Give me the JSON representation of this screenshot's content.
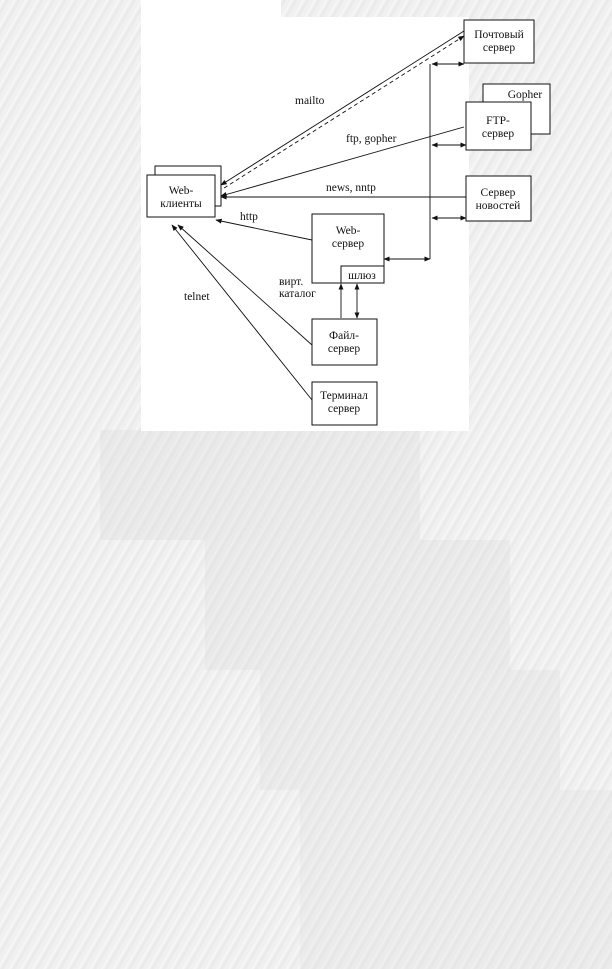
{
  "nodes": {
    "web_clients": [
      "Web-",
      "клиенты"
    ],
    "mail_server": [
      "Почтовый",
      "сервер"
    ],
    "gopher": [
      "Gopher"
    ],
    "ftp_server": [
      "FTP-",
      "сервер"
    ],
    "news_server": [
      "Сервер",
      "новостей"
    ],
    "web_server": [
      "Web-",
      "сервер"
    ],
    "gateway": [
      "шлюз"
    ],
    "file_server": [
      "Файл-",
      "сервер"
    ],
    "terminal_server": [
      "Терминал",
      "сервер"
    ]
  },
  "edge_labels": {
    "mailto": "mailto",
    "ftp_gopher": "ftp, gopher",
    "news_nntp": "news, nntp",
    "http": "http",
    "virt_catalog": [
      "вирт.",
      "каталог"
    ],
    "telnet": "telnet"
  }
}
